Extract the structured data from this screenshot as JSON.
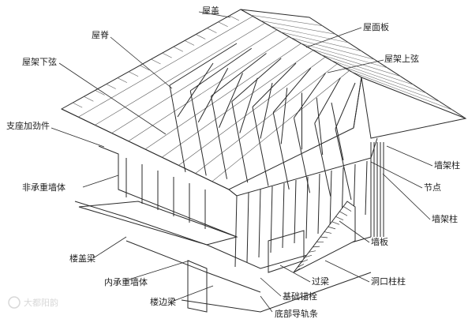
{
  "labels": {
    "roof_covering": "屋盖",
    "ridge": "屋脊",
    "roof_panel": "屋面板",
    "truss_bottom_chord": "屋架下弦",
    "truss_top_chord": "屋架上弦",
    "bracing_stiffener": "支座加劲件",
    "non_bearing_wall": "非承重墙体",
    "wall_frame_column": "墙架柱",
    "joint": "节点",
    "wall_column": "墙架柱",
    "sheathing": "墙板",
    "floor_joist": "楼盖梁",
    "bearing_wall": "内承重墙体",
    "lintel": "过梁",
    "opening_column": "洞口柱柱",
    "foundation_anchor": "基础锚栓",
    "edge_beam": "楼边梁",
    "bottom_track": "底部导轨条"
  },
  "watermark": "大都阳韵",
  "colors": {
    "line": "#2a2a2a",
    "fill": "#ffffff",
    "hatch": "#333333"
  }
}
